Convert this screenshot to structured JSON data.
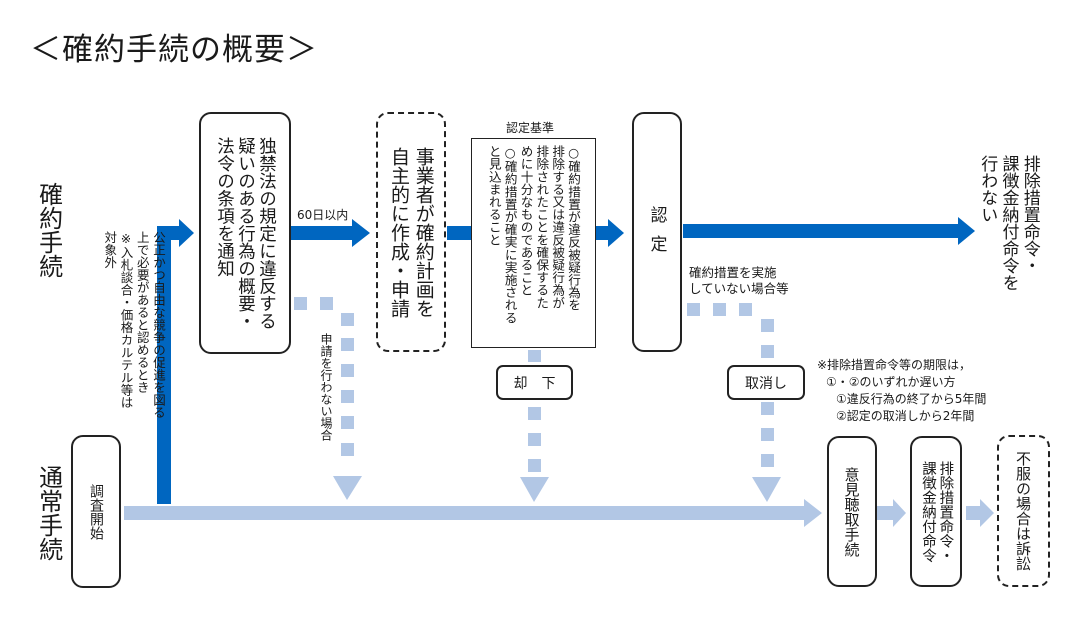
{
  "title": "＜確約手続の概要＞",
  "lanes": {
    "commitment": "確約手続",
    "ordinary": "通常手続"
  },
  "side_note": {
    "line1": "公正かつ自由な競争の促進を図る",
    "line2": "上で必要があると認めるとき",
    "line3": "※入札談合・価格カルテル等は",
    "line4": "対象外"
  },
  "steps": {
    "notice": {
      "line1": "独禁法の規定に違反する",
      "line2": "疑いのある行為の概要・",
      "line3": "法令の条項を通知"
    },
    "deadline_label": "60日以内",
    "plan": {
      "line1": "事業者が確約計画を",
      "line2": "自主的に作成・申請"
    },
    "criteria": {
      "heading": "認定基準",
      "line1": "○確約措置が違反被疑行為を",
      "line2": "排除する又は違反被疑行為が",
      "line3": "排除されたことを確保するた",
      "line4": "めに十分なものであること",
      "line5": "○確約措置が確実に実施される",
      "line6": "と見込まれること"
    },
    "approval": "認定",
    "outcome": {
      "line1": "排除措置命令・",
      "line2": "課徴金納付命令を",
      "line3": "行わない"
    }
  },
  "branches": {
    "no_application": "申請を行わない場合",
    "rejection": "却　下",
    "not_implemented_line1": "確約措置を実施",
    "not_implemented_line2": "していない場合等",
    "revocation": "取消し"
  },
  "limitation_note": {
    "line1": "※排除措置命令等の期限は，",
    "line2": "①・②のいずれか遅い方",
    "line3": "①違反行為の終了から5年間",
    "line4": "②認定の取消しから2年間"
  },
  "ordinary_steps": {
    "investigation": "調査開始",
    "hearing": "意見聴取手続",
    "orders": {
      "line1": "排除措置命令・",
      "line2": "課徴金納付命令"
    },
    "appeal": "不服の場合は訴訟"
  },
  "colors": {
    "main_arrow": "#0066c0",
    "light_arrow": "#b2c7e5",
    "border": "#222222"
  }
}
